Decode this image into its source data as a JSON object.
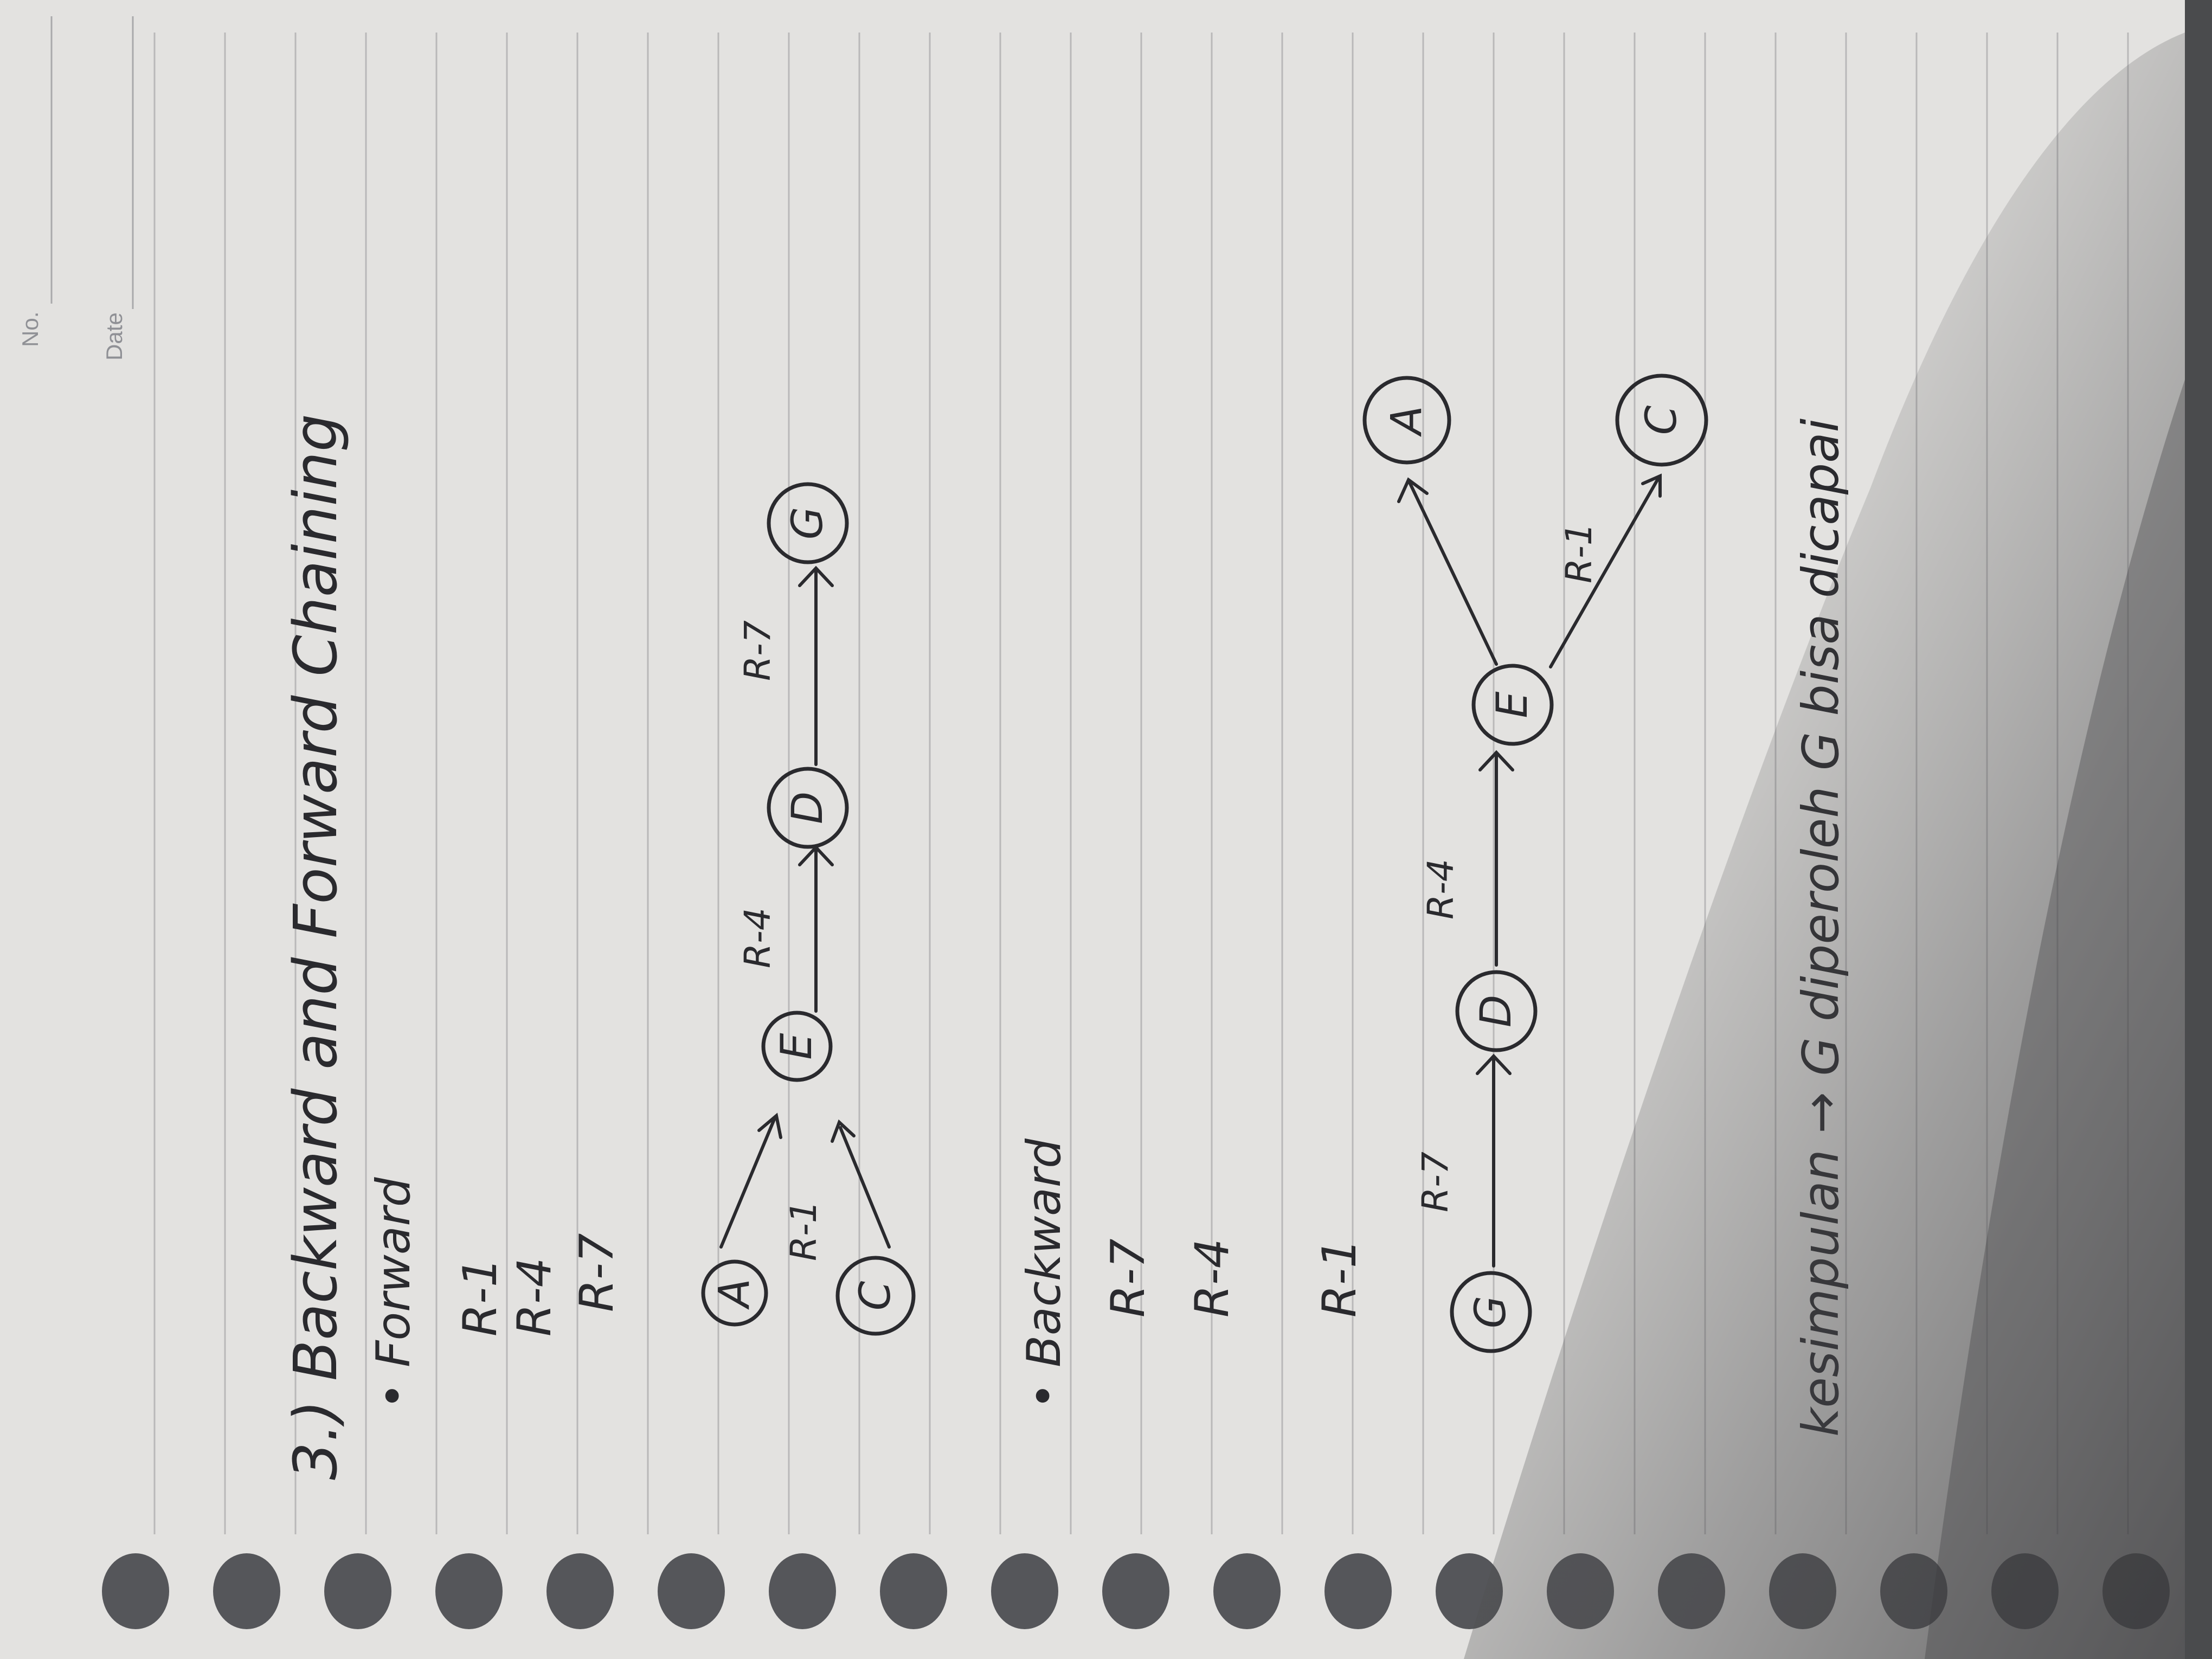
{
  "header": {
    "no_label": "No.",
    "date_label": "Date"
  },
  "title": "3.) Backward and Forward Chaining",
  "forward": {
    "heading": "• Forward",
    "rules": [
      "R-1",
      "R-4",
      "R-7"
    ],
    "diagram": {
      "nodes": [
        "A",
        "C",
        "E",
        "D",
        "G"
      ],
      "edges": [
        {
          "from": "A",
          "to": "E",
          "label": "R-1"
        },
        {
          "from": "C",
          "to": "E",
          "label": ""
        },
        {
          "from": "E",
          "to": "D",
          "label": "R-4"
        },
        {
          "from": "D",
          "to": "G",
          "label": "R-7"
        }
      ]
    }
  },
  "backward": {
    "heading": "• Backward",
    "rules": [
      "R-7",
      "R-4",
      "R-1"
    ],
    "diagram": {
      "nodes": [
        "G",
        "D",
        "E",
        "A",
        "C"
      ],
      "edges": [
        {
          "from": "G",
          "to": "D",
          "label": "R-7"
        },
        {
          "from": "D",
          "to": "E",
          "label": "R-4"
        },
        {
          "from": "E",
          "to": "A",
          "label": ""
        },
        {
          "from": "E",
          "to": "C",
          "label": "R-1"
        }
      ]
    }
  },
  "conclusion": "kesimpulan → G diperoleh G bisa dicapai",
  "colors": {
    "paper": "#e3e2e0",
    "ruled_line": "#b9b8b9",
    "ink": "#2a2a2e",
    "background": "#4a4b4d"
  }
}
